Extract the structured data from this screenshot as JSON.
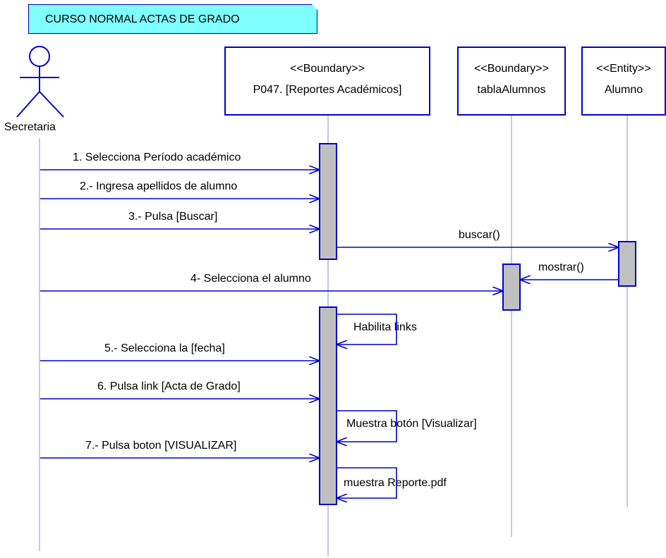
{
  "note": {
    "text": "CURSO NORMAL  ACTAS DE GRADO"
  },
  "actor": {
    "label": "Secretaria"
  },
  "objects": [
    {
      "stereotype": "<<Boundary>>",
      "name": "P047. [Reportes Académicos]"
    },
    {
      "stereotype": "<<Boundary>>",
      "name": "tablaAlumnos"
    },
    {
      "stereotype": "<<Entity>>",
      "name": "Alumno"
    }
  ],
  "messages": [
    {
      "text": "1. Selecciona Período académico"
    },
    {
      "text": "2.- Ingresa apellidos de alumno"
    },
    {
      "text": "3.- Pulsa [Buscar]"
    },
    {
      "text": "buscar()"
    },
    {
      "text": "mostrar()"
    },
    {
      "text": "4- Selecciona el alumno"
    },
    {
      "text": "Habilita links"
    },
    {
      "text": "5.- Selecciona la [fecha]"
    },
    {
      "text": "6. Pulsa link [Acta de Grado]"
    },
    {
      "text": "Muestra botón [Visualizar]"
    },
    {
      "text": "7.- Pulsa boton [VISUALIZAR]"
    },
    {
      "text": "muestra Reporte.pdf"
    }
  ],
  "colors": {
    "line": "#0000CC",
    "activation": "#C0C0C0",
    "lifeline": "#8C8CDC",
    "note": "#7FFFFF"
  }
}
